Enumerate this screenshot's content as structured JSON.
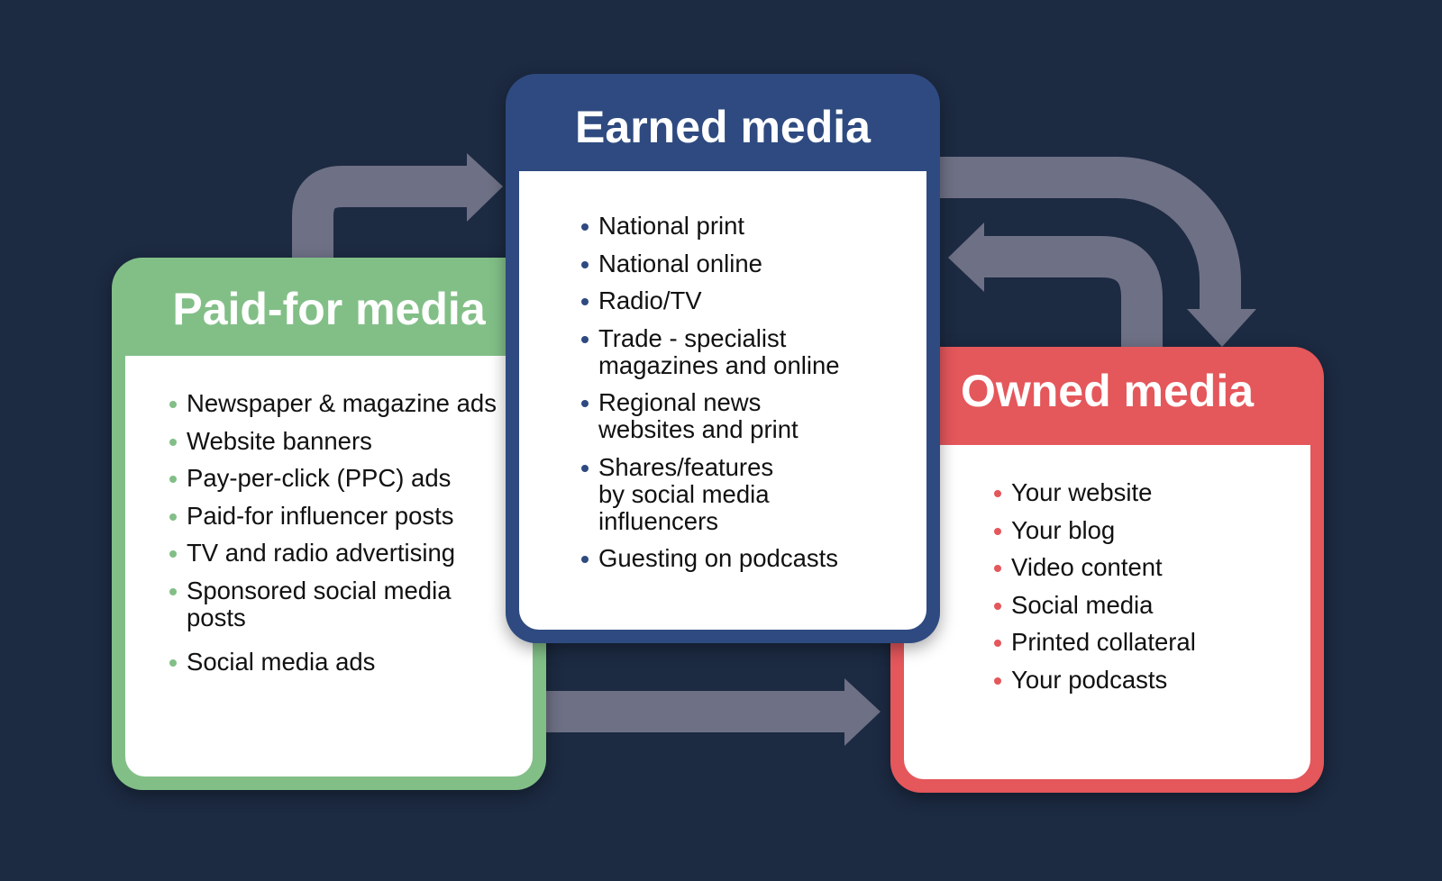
{
  "colors": {
    "background": "#1c2a42",
    "arrow": "#6e7085",
    "paid": "#82bf87",
    "earned": "#2e4a80",
    "owned": "#e4575b"
  },
  "paid": {
    "title": "Paid-for media",
    "items": [
      "Newspaper & magazine ads",
      "Website banners",
      "Pay-per-click (PPC) ads",
      "Paid-for influencer posts",
      "TV and radio advertising",
      "Sponsored social media posts",
      "Social media ads"
    ]
  },
  "earned": {
    "title": "Earned media",
    "items": [
      "National print",
      "National online",
      "Radio/TV",
      "Trade - specialist magazines and online",
      "Regional news websites and print",
      "Shares/features by social media influencers",
      "Guesting on podcasts"
    ]
  },
  "owned": {
    "title": "Owned media",
    "items": [
      "Your website",
      "Your blog",
      "Video content",
      "Social media",
      "Printed collateral",
      "Your podcasts"
    ]
  }
}
